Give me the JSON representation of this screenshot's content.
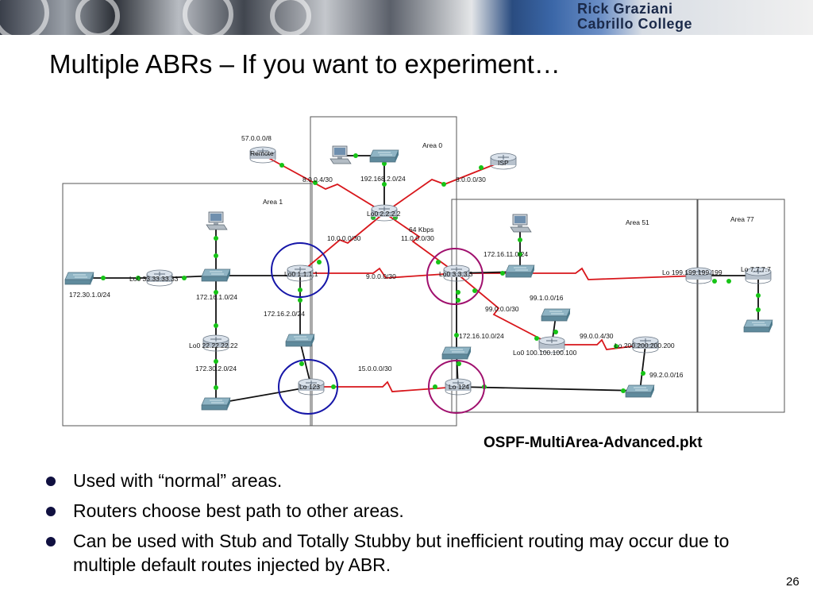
{
  "header": {
    "line1": "Rick Graziani",
    "line2": "Cabrillo College"
  },
  "title": "Multiple ABRs – If you want to experiment…",
  "caption": "OSPF-MultiArea-Advanced.pkt",
  "bullets": [
    "Used with “normal” areas.",
    "Routers choose best path to other areas.",
    "Can be used with Stub and Totally Stubby but inefficient routing may occur due to multiple default routes injected by ABR."
  ],
  "page_number": "26",
  "diagram": {
    "areas": {
      "area0": "Area 0",
      "area1": "Area 1",
      "area51": "Area 51",
      "area77": "Area 77"
    },
    "devices": {
      "remote": "Remote",
      "isp": "ISP",
      "r2": "Lo0 2.2.2.2",
      "r1": "Lo0 1.1.1.1",
      "r3": "Lo0 3.3.3.3",
      "r33": "Lo0 33.33.33.33",
      "r22": "Lo0 22.22.22.22",
      "r123": "Lo 123",
      "r124": "Lo 124",
      "r100": "Lo0 100.100.100.100",
      "r200": "Lo 200.200.200.200",
      "r199": "Lo 199.199.199.199",
      "r7": "Lo 7.7.7.7"
    },
    "networks": {
      "n57": "57.0.0.0/8",
      "n8_4": "8.0.0.4/30",
      "n192": "192.168.2.0/24",
      "n8_0": "8.0.0.0/30",
      "n10": "10.0.0.0/30",
      "n64k": "64 Kbps",
      "n11": "11.0.0.0/30",
      "n9": "9.0.0.0/30",
      "n172_16_11": "172.16.11.0/24",
      "n172_30_1": "172.30.1.0/24",
      "n172_16_1": "172.16.1.0/24",
      "n172_16_2": "172.16.2.0/24",
      "n172_30_2": "172.30.2.0/24",
      "n15": "15.0.0.0/30",
      "n172_16_10": "172.16.10.0/24",
      "n99_1": "99.1.0.0/16",
      "n99_0": "99.0.0.0/30",
      "n99_4": "99.0.0.4/30",
      "n99_2": "99.2.0.0/16"
    }
  },
  "colors": {
    "serial_link": "#d8161b",
    "ethernet_link": "#000000",
    "abr_circle_blue": "#1616a8",
    "abr_circle_magenta": "#a0106e",
    "port_dot": "#16c416"
  }
}
